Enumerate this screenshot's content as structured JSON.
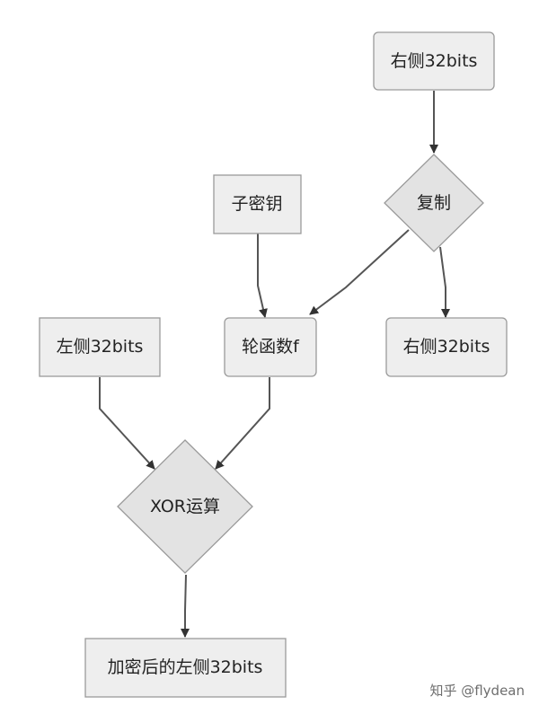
{
  "nodes": {
    "right_in": "右侧32bits",
    "copy": "复制",
    "subkey": "子密钥",
    "left_in": "左侧32bits",
    "round_f": "轮函数f",
    "right_out": "右侧32bits",
    "xor": "XOR运算",
    "left_out": "加密后的左侧32bits"
  },
  "watermark": "知乎 @flydean"
}
